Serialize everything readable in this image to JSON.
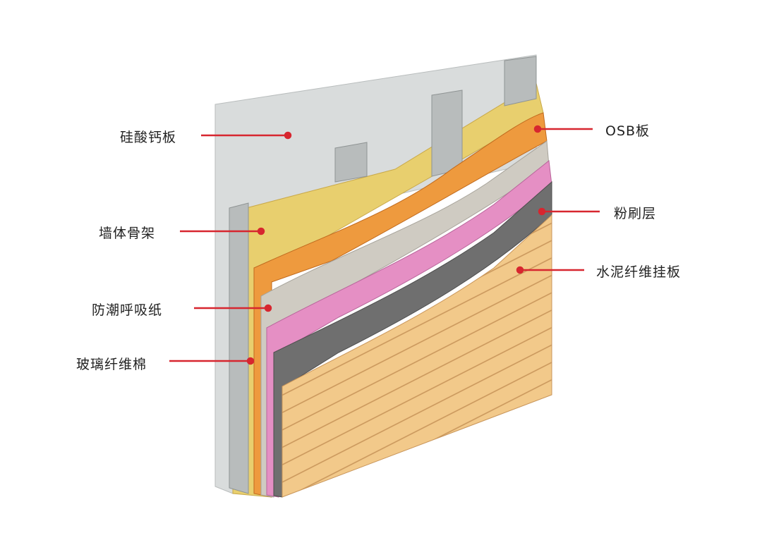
{
  "labels": {
    "calcium_silicate_board": "硅酸钙板",
    "osb_board": "OSB板",
    "wall_frame": "墙体骨架",
    "plaster_layer": "粉刷层",
    "fiber_cement_siding": "水泥纤维挂板",
    "breathable_membrane": "防潮呼吸纸",
    "glass_fiber_wool": "玻璃纤维棉"
  },
  "colors": {
    "leader": "#d7262f",
    "board": "#d9dcdc",
    "insulation": "#e8cf6e",
    "osb": "#ee9a3e",
    "membrane": "#cfcbc2",
    "pink": "#e58fc4",
    "plaster": "#6f6f6f",
    "siding": "#f2c98a"
  }
}
